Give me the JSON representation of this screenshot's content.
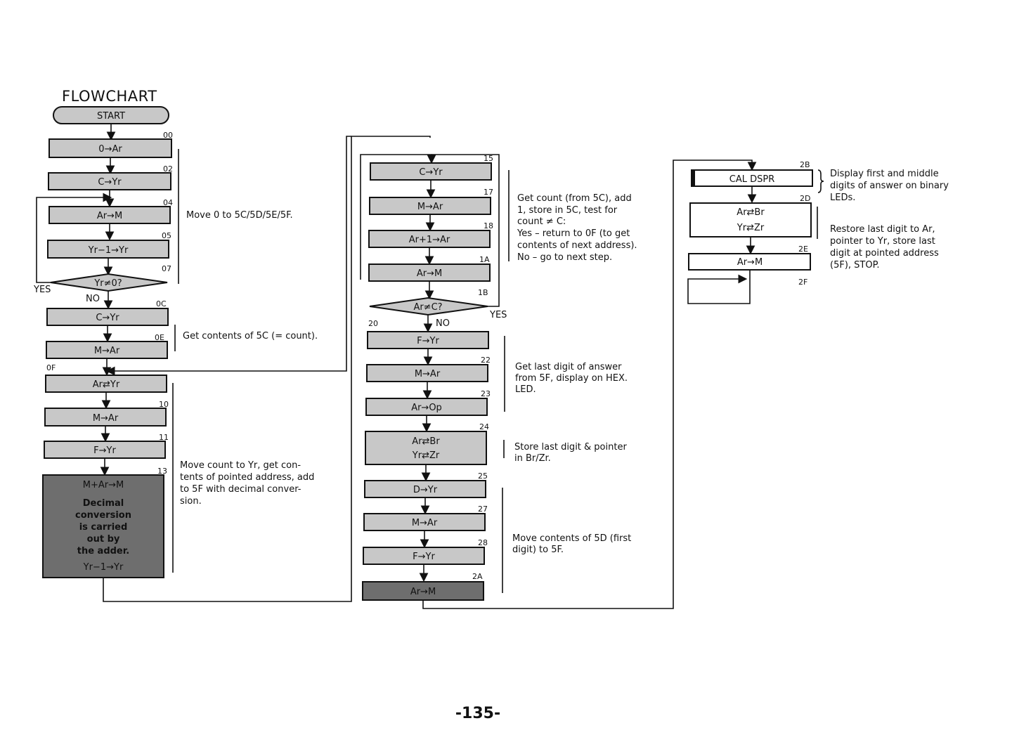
{
  "title": "FLOWCHART",
  "page_number": "-135-",
  "flow": {
    "start": "START",
    "yes": "YES",
    "no": "NO",
    "col1": {
      "a00": "00",
      "b00": "0→Ar",
      "a02": "02",
      "b02": "C→Yr",
      "a04": "04",
      "b04": "Ar→M",
      "a05": "05",
      "b05": "Yr−1→Yr",
      "a07": "07",
      "d07": "Yr≠0?",
      "a0C": "0C",
      "b0C": "C→Yr",
      "a0E": "0E",
      "b0E": "M→Ar",
      "a0F": "0F",
      "b0F": "Ar⇄Yr",
      "a10": "10",
      "b10": "M→Ar",
      "a11": "11",
      "b11": "F→Yr",
      "a13": "13",
      "b13_lines": [
        "M+Ar→M",
        "Decimal",
        "conversion",
        "is carried",
        "out by",
        "the adder.",
        "Yr−1→Yr"
      ]
    },
    "col2": {
      "a15": "15",
      "b15": "C→Yr",
      "a17": "17",
      "b17": "M→Ar",
      "a18": "18",
      "b18": "Ar+1→Ar",
      "a1A": "1A",
      "b1A": "Ar→M",
      "a1B": "1B",
      "d1B": "Ar≠C?",
      "a20": "20",
      "b20": "F→Yr",
      "a22": "22",
      "b22": "M→Ar",
      "a23": "23",
      "b23": "Ar→Op",
      "a24": "24",
      "b24_1": "Ar⇄Br",
      "b24_2": "Yr⇄Zr",
      "a25": "25",
      "b25": "D→Yr",
      "a27": "27",
      "b27": "M→Ar",
      "a28": "28",
      "b28": "F→Yr",
      "a2A": "2A",
      "b2A": "Ar→M"
    },
    "col3": {
      "a2B": "2B",
      "b2B": "CAL DSPR",
      "a2D": "2D",
      "b2D_1": "Ar⇄Br",
      "b2D_2": "Yr⇄Zr",
      "a2E": "2E",
      "b2E": "Ar→M",
      "a2F": "2F"
    }
  },
  "notes": {
    "n1": [
      "Move 0 to 5C/5D/5E/5F."
    ],
    "n2": [
      "Get contents of 5C (= count)."
    ],
    "n3": [
      "Move count to Yr, get con-",
      "tents of pointed address, add",
      "to 5F with decimal conver-",
      "sion."
    ],
    "n4": [
      "Get count (from 5C), add",
      "1, store in 5C, test for",
      "count ≠ C:",
      "Yes – return to 0F (to get",
      "contents of next address).",
      "No – go to next step."
    ],
    "n5": [
      "Get last digit of answer",
      "from 5F, display on HEX.",
      "LED."
    ],
    "n6": [
      "Store last digit & pointer",
      "in Br/Zr."
    ],
    "n7": [
      "Move contents of 5D (first",
      "digit) to 5F."
    ],
    "n8": [
      "Display first and middle",
      "digits of answer on binary",
      "LEDs."
    ],
    "n9": [
      "Restore last digit to Ar,",
      "pointer to Yr, store last",
      "digit at pointed address",
      "(5F), STOP."
    ]
  },
  "colors": {
    "box_fill": "#c8c8c8",
    "dark_box_fill": "#6e6e6e",
    "ink": "#111111"
  }
}
